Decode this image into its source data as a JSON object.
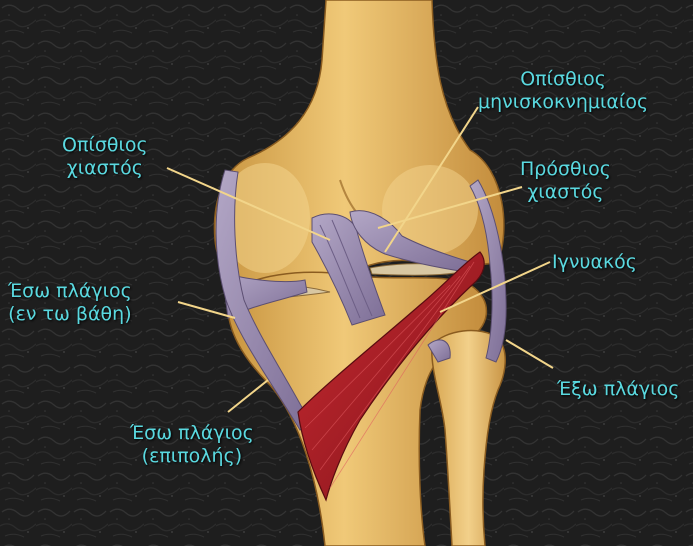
{
  "colors": {
    "label": "#5ad9e0",
    "leader_line": "#f2d58a",
    "background": "#1c1c1c",
    "bone": "#e2b361",
    "ligament": "#9a8cb0",
    "muscle": "#b3202a"
  },
  "labels": {
    "posterior_meniscofemoral": {
      "line1": "Οπίσθιος",
      "line2": "μηνισκοκνημιαίος"
    },
    "posterior_cruciate": {
      "line1": "Οπίσθιος",
      "line2": "χιαστός"
    },
    "anterior_cruciate": {
      "line1": "Πρόσθιος",
      "line2": "χιαστός"
    },
    "popliteus": {
      "line1": "Ιγνυακός"
    },
    "medial_collateral_deep": {
      "line1": "Έσω πλάγιος",
      "line2": "(εν τω βάθη)"
    },
    "lateral_collateral": {
      "line1": "Έξω πλάγιος"
    },
    "medial_collateral_superficial": {
      "line1": "Έσω πλάγιος",
      "line2": "(επιπολής)"
    }
  }
}
